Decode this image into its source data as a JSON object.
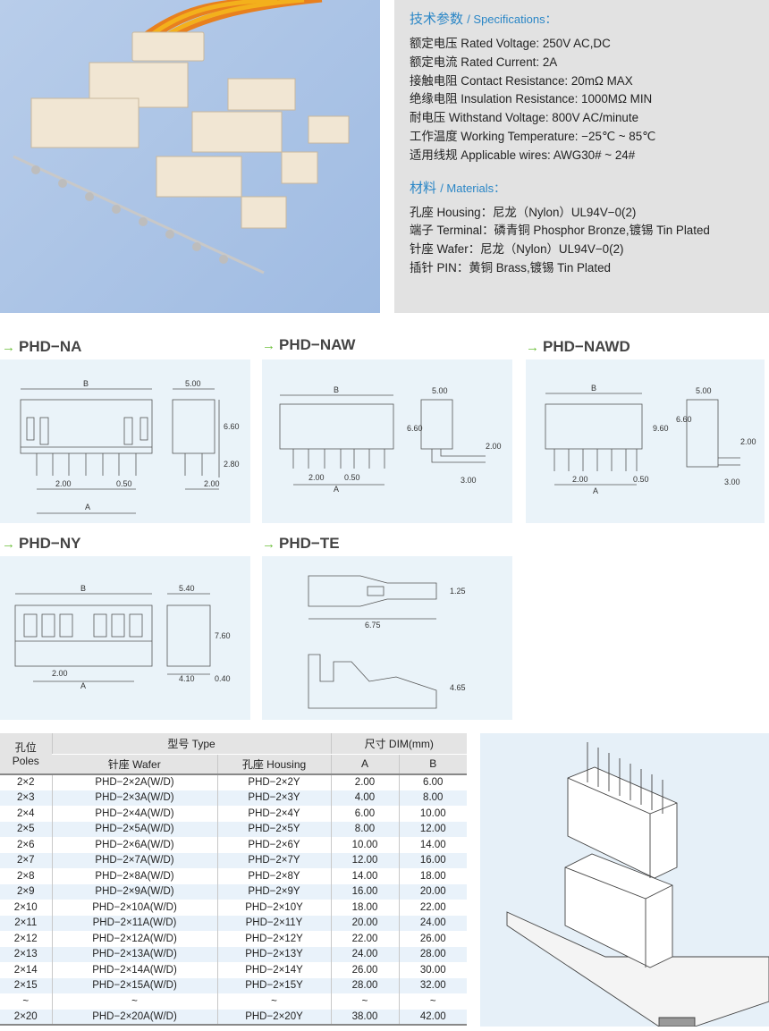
{
  "specs": {
    "heading_cn": "技术参数",
    "heading_en": "/ Specifications：",
    "lines": [
      "额定电压 Rated Voltage: 250V AC,DC",
      "额定电流 Rated Current: 2A",
      "接触电阻 Contact Resistance: 20mΩ MAX",
      "绝缘电阻 Insulation Resistance: 1000MΩ MIN",
      "耐电压 Withstand Voltage: 800V AC/minute",
      "工作温度 Working Temperature: −25℃ ~ 85℃",
      "适用线规 Applicable wires: AWG30# ~ 24#"
    ]
  },
  "materials": {
    "heading_cn": "材料",
    "heading_en": "/ Materials：",
    "lines": [
      "孔座 Housing：尼龙（Nylon）UL94V−0(2)",
      "端子 Terminal：磷青铜 Phosphor Bronze,镀锡 Tin Plated",
      "针座 Wafer：尼龙（Nylon）UL94V−0(2)",
      "插针 PIN：黄铜 Brass,镀锡 Tin Plated"
    ]
  },
  "drawings": [
    {
      "title": "PHD−NA",
      "dims": [
        "B",
        "5.00",
        "6.60",
        "2.80",
        "2.00",
        "0.50",
        "A",
        "2.00"
      ]
    },
    {
      "title": "PHD−NAW",
      "dims": [
        "B",
        "5.00",
        "6.60",
        "2.00",
        "2.00",
        "0.50",
        "A",
        "3.00"
      ]
    },
    {
      "title": "PHD−NAWD",
      "dims": [
        "B",
        "5.00",
        "9.60",
        "6.60",
        "2.00",
        "2.00",
        "0.50",
        "A",
        "3.00"
      ]
    },
    {
      "title": "PHD−NY",
      "dims": [
        "B",
        "5.40",
        "7.60",
        "2.00",
        "A",
        "4.10",
        "0.40"
      ]
    },
    {
      "title": "PHD−TE",
      "dims": [
        "1.25",
        "6.75",
        "4.65"
      ]
    }
  ],
  "table": {
    "h_poles": "孔位\nPoles",
    "h_poles_cn": "孔位",
    "h_poles_en": "Poles",
    "h_type": "型号 Type",
    "h_dim": "尺寸 DIM(mm)",
    "h_wafer": "针座 Wafer",
    "h_housing": "孔座 Housing",
    "h_a": "A",
    "h_b": "B",
    "rows": [
      [
        "2×2",
        "PHD−2×2A(W/D)",
        "PHD−2×2Y",
        "2.00",
        "6.00"
      ],
      [
        "2×3",
        "PHD−2×3A(W/D)",
        "PHD−2×3Y",
        "4.00",
        "8.00"
      ],
      [
        "2×4",
        "PHD−2×4A(W/D)",
        "PHD−2×4Y",
        "6.00",
        "10.00"
      ],
      [
        "2×5",
        "PHD−2×5A(W/D)",
        "PHD−2×5Y",
        "8.00",
        "12.00"
      ],
      [
        "2×6",
        "PHD−2×6A(W/D)",
        "PHD−2×6Y",
        "10.00",
        "14.00"
      ],
      [
        "2×7",
        "PHD−2×7A(W/D)",
        "PHD−2×7Y",
        "12.00",
        "16.00"
      ],
      [
        "2×8",
        "PHD−2×8A(W/D)",
        "PHD−2×8Y",
        "14.00",
        "18.00"
      ],
      [
        "2×9",
        "PHD−2×9A(W/D)",
        "PHD−2×9Y",
        "16.00",
        "20.00"
      ],
      [
        "2×10",
        "PHD−2×10A(W/D)",
        "PHD−2×10Y",
        "18.00",
        "22.00"
      ],
      [
        "2×11",
        "PHD−2×11A(W/D)",
        "PHD−2×11Y",
        "20.00",
        "24.00"
      ],
      [
        "2×12",
        "PHD−2×12A(W/D)",
        "PHD−2×12Y",
        "22.00",
        "26.00"
      ],
      [
        "2×13",
        "PHD−2×13A(W/D)",
        "PHD−2×13Y",
        "24.00",
        "28.00"
      ],
      [
        "2×14",
        "PHD−2×14A(W/D)",
        "PHD−2×14Y",
        "26.00",
        "30.00"
      ],
      [
        "2×15",
        "PHD−2×15A(W/D)",
        "PHD−2×15Y",
        "28.00",
        "32.00"
      ],
      [
        "~",
        "~",
        "~",
        "~",
        "~"
      ],
      [
        "2×20",
        "PHD−2×20A(W/D)",
        "PHD−2×20Y",
        "38.00",
        "42.00"
      ]
    ]
  }
}
